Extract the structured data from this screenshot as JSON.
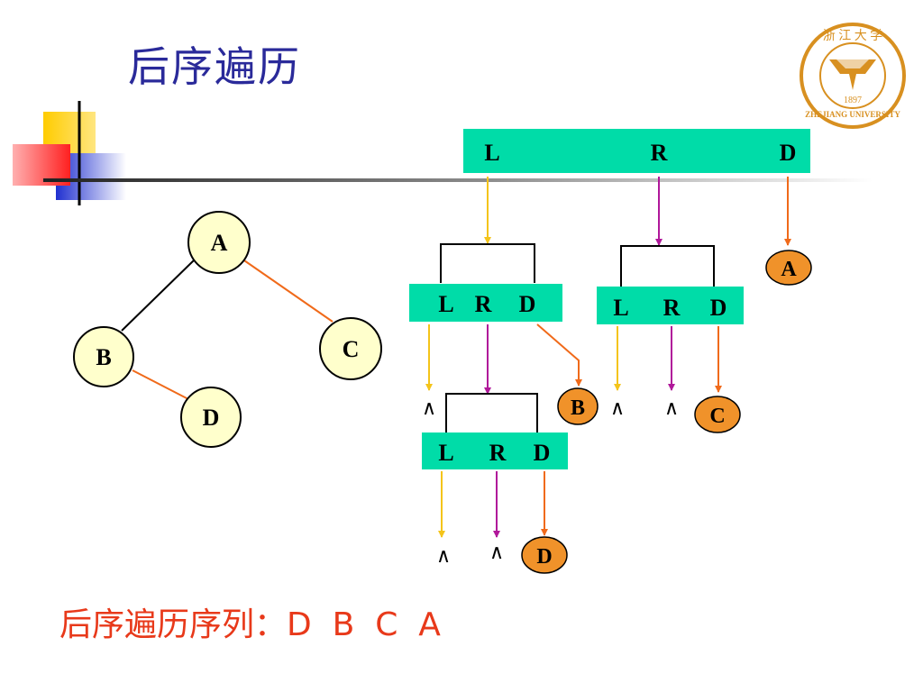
{
  "slide": {
    "title": "后序遍历",
    "sequence_label": "后序遍历序列：",
    "sequence_values": "D  B  C  A"
  },
  "logo": {
    "top_text": "浙 江 大 学",
    "year": "1897",
    "bottom_text": "ZHEJIANG UNIVERSITY"
  },
  "tree": {
    "nodes": [
      "A",
      "B",
      "C",
      "D"
    ]
  },
  "traversal": {
    "root_box": [
      "L",
      "R",
      "D"
    ],
    "left_box": [
      "L",
      "R",
      "D"
    ],
    "right_box": [
      "L",
      "R",
      "D"
    ],
    "bottom_box": [
      "L",
      "R",
      "D"
    ],
    "null_symbol": "∧",
    "visited_nodes": [
      "A",
      "B",
      "C",
      "D"
    ]
  },
  "colors": {
    "title": "#2a2a9a",
    "sequence": "#e8391a",
    "box_fill": "#00dca8",
    "visit_fill": "#f0922a",
    "node_fill": "#ffffcc",
    "arrow_left": "#f4c41a",
    "arrow_right": "#b0189a",
    "arrow_visit": "#f06a1a",
    "tree_edge_left": "#000000",
    "tree_edge_right": "#f06a1a"
  }
}
